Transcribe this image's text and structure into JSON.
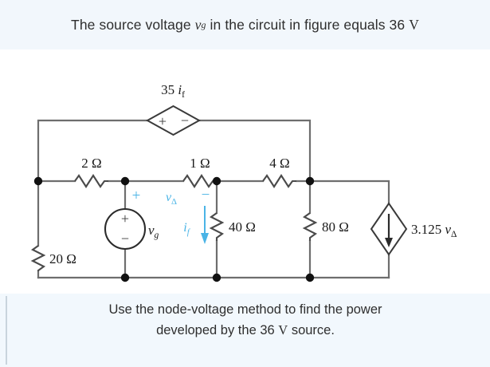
{
  "prompt": {
    "text_before": "The source voltage",
    "symbol_main": "v",
    "symbol_sub": "g",
    "text_middle": "in the circuit in figure equals",
    "value": "36",
    "unit": "V"
  },
  "caption": {
    "line1": "Use the node-voltage method to find the power",
    "line2_before": "developed by the",
    "line2_value": "36",
    "line2_unit": "V",
    "line2_after": "source."
  },
  "circuit": {
    "title": "circuit-schematic",
    "dependent_voltage_source": {
      "label_gain": "35",
      "label_var": "i",
      "label_sub": "f",
      "plus": "+",
      "minus": "−"
    },
    "resistors": [
      {
        "name": "r2",
        "value": "2",
        "unit": "Ω",
        "orientation": "horizontal"
      },
      {
        "name": "r1",
        "value": "1",
        "unit": "Ω",
        "orientation": "horizontal"
      },
      {
        "name": "r4",
        "value": "4",
        "unit": "Ω",
        "orientation": "horizontal"
      },
      {
        "name": "r20",
        "value": "20",
        "unit": "Ω",
        "orientation": "vertical"
      },
      {
        "name": "r40",
        "value": "40",
        "unit": "Ω",
        "orientation": "vertical"
      },
      {
        "name": "r80",
        "value": "80",
        "unit": "Ω",
        "orientation": "vertical"
      }
    ],
    "independent_source": {
      "label_var": "v",
      "label_sub": "g",
      "plus": "+",
      "minus": "−"
    },
    "v_delta": {
      "plus": "+",
      "minus": "−",
      "label_var": "v",
      "label_sub": "Δ"
    },
    "branch_current": {
      "label_var": "i",
      "label_sub": "f",
      "direction": "down"
    },
    "dependent_current_source": {
      "gain": "3.125",
      "label_var": "v",
      "label_sub": "Δ",
      "direction": "down"
    }
  },
  "colors": {
    "wire": "#6e6e6e",
    "node": "#111111",
    "annotation_blue": "#4ab4e6",
    "text": "#2e2e2e",
    "band_top": "#f2f7fc",
    "band_bottom": "#f2f8fd"
  }
}
